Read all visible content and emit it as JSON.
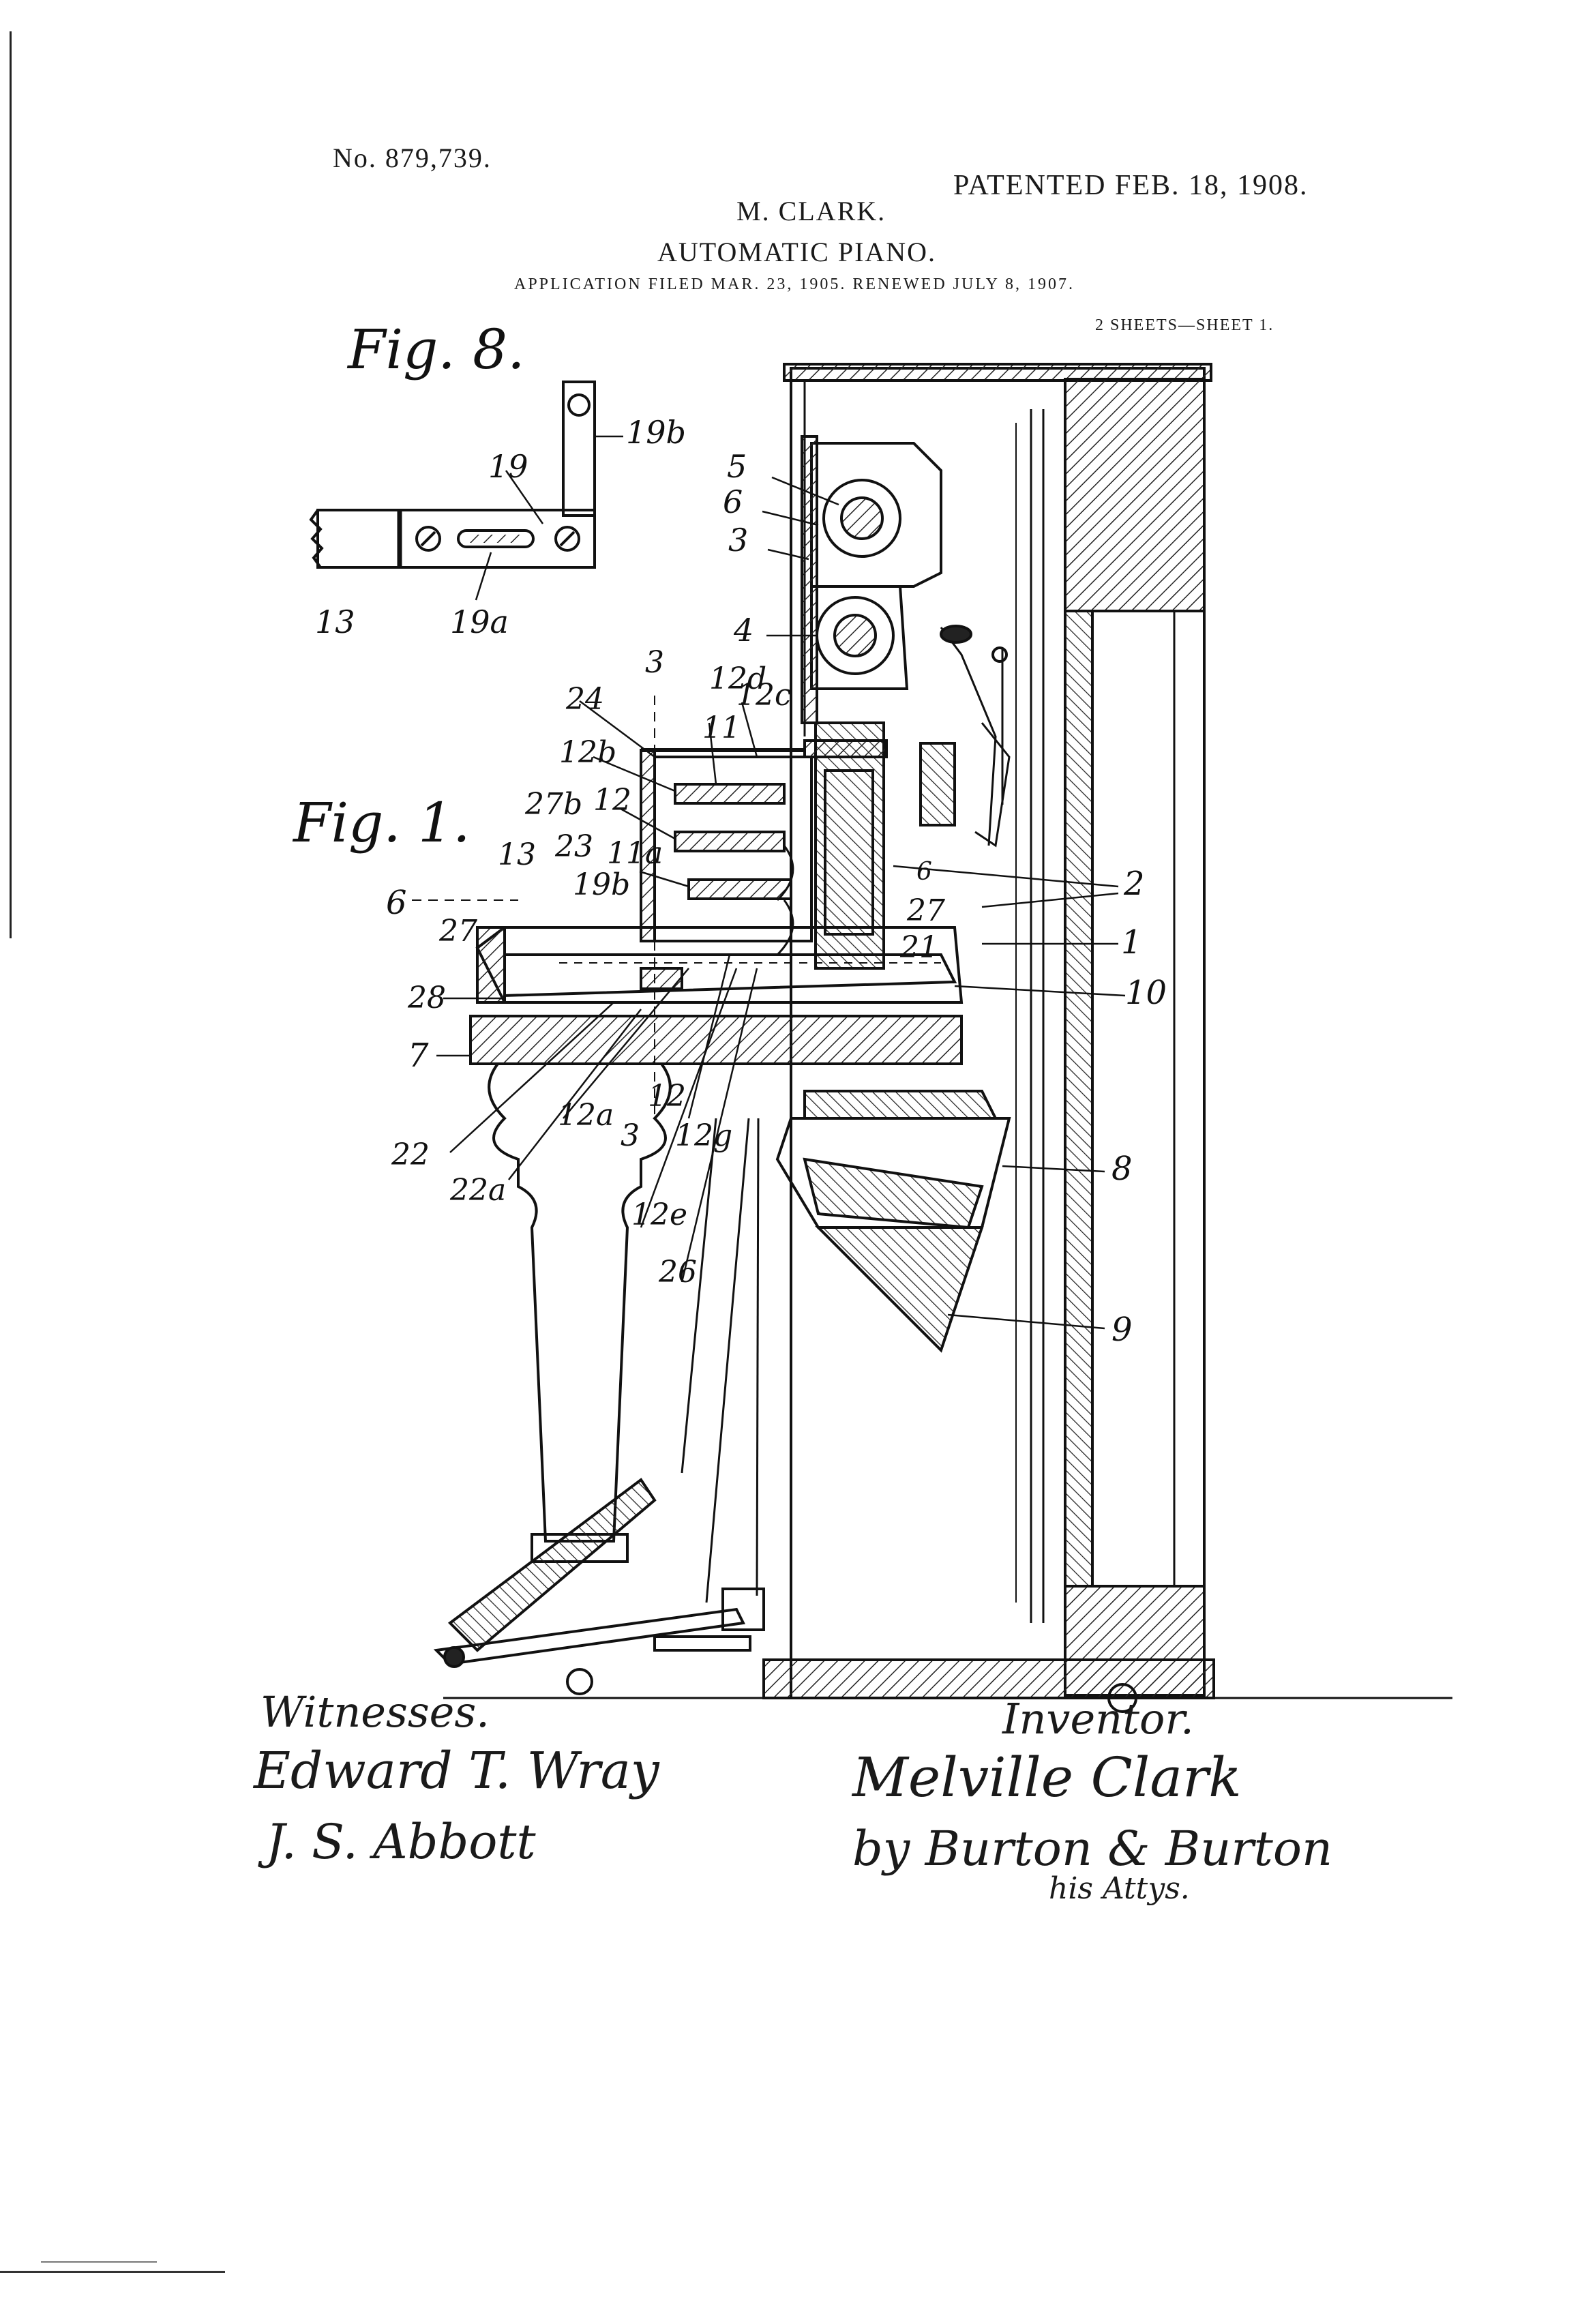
{
  "header": {
    "patent_number": "No. 879,739.",
    "patented_date": "PATENTED FEB. 18, 1908.",
    "inventor_name": "M. CLARK.",
    "title": "AUTOMATIC PIANO.",
    "application": "APPLICATION FILED MAR. 23, 1905. RENEWED JULY 8, 1907.",
    "sheets": "2 SHEETS—SHEET 1."
  },
  "figures": {
    "fig8_label": "Fig. 8.",
    "fig1_label": "Fig. 1.",
    "fig8_refs": {
      "r19b": "19b",
      "r19": "19",
      "r13": "13",
      "r19a": "19a"
    },
    "fig1_refs": {
      "r5": "5",
      "r6": "6",
      "r3": "3",
      "r4": "4",
      "r3top": "3",
      "r12d": "12d",
      "r12c": "12c",
      "r24": "24",
      "r11": "11",
      "r12b": "12b",
      "r27b": "27b",
      "r12": "12",
      "r11a": "11a",
      "r23": "23",
      "r13": "13",
      "r19b": "19b",
      "r6left": "6",
      "r27": "27",
      "r28": "28",
      "r7": "7",
      "r2": "2",
      "r27r": "27",
      "r21": "21",
      "r6r": "6",
      "r1": "1",
      "r10": "10",
      "r12a": "12a",
      "r12m": "12",
      "r3bot": "3",
      "r12g": "12g",
      "r22": "22",
      "r22a": "22a",
      "r12e": "12e",
      "r26": "26",
      "r8": "8",
      "r9": "9"
    }
  },
  "signatures": {
    "witnesses_label": "Witnesses.",
    "witness1": "Edward T. Wray",
    "witness2": "J. S. Abbott",
    "inventor_label": "Inventor.",
    "inventor_sig": "Melville Clark",
    "attorney_sig": "by Burton & Burton",
    "attorney_label": "his Attys."
  }
}
